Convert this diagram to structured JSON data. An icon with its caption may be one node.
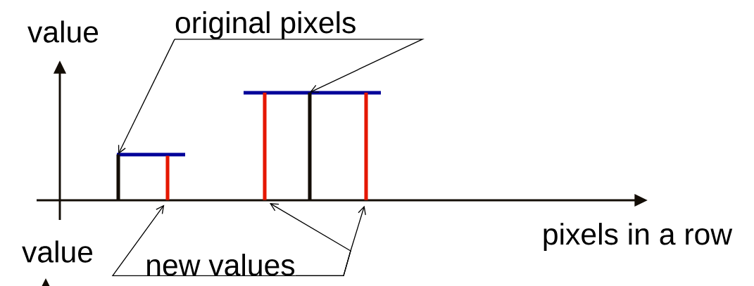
{
  "diagram": {
    "nodes": [
      {
        "text": [
          "original pixels"
        ]
      },
      {
        "text": [],
        "shape": "bar"
      },
      {
        "text": [],
        "shape": "bar"
      },
      {
        "text": [],
        "shape": "bar"
      },
      {
        "text": [],
        "shape": "bar"
      },
      {
        "text": [],
        "shape": "bar"
      },
      {
        "text": [
          "new values"
        ]
      }
    ],
    "edges": [
      {
        "from": 0,
        "to": 1,
        "arrow": "to"
      },
      {
        "from": 0,
        "to": 4,
        "arrow": "to"
      },
      {
        "from": 6,
        "to": 2,
        "arrow": "to"
      },
      {
        "from": 6,
        "to": 3,
        "arrow": "to"
      },
      {
        "from": 6,
        "to": 5,
        "arrow": "to"
      }
    ],
    "labels": [
      "value",
      "pixels in a row",
      "value"
    ]
  }
}
